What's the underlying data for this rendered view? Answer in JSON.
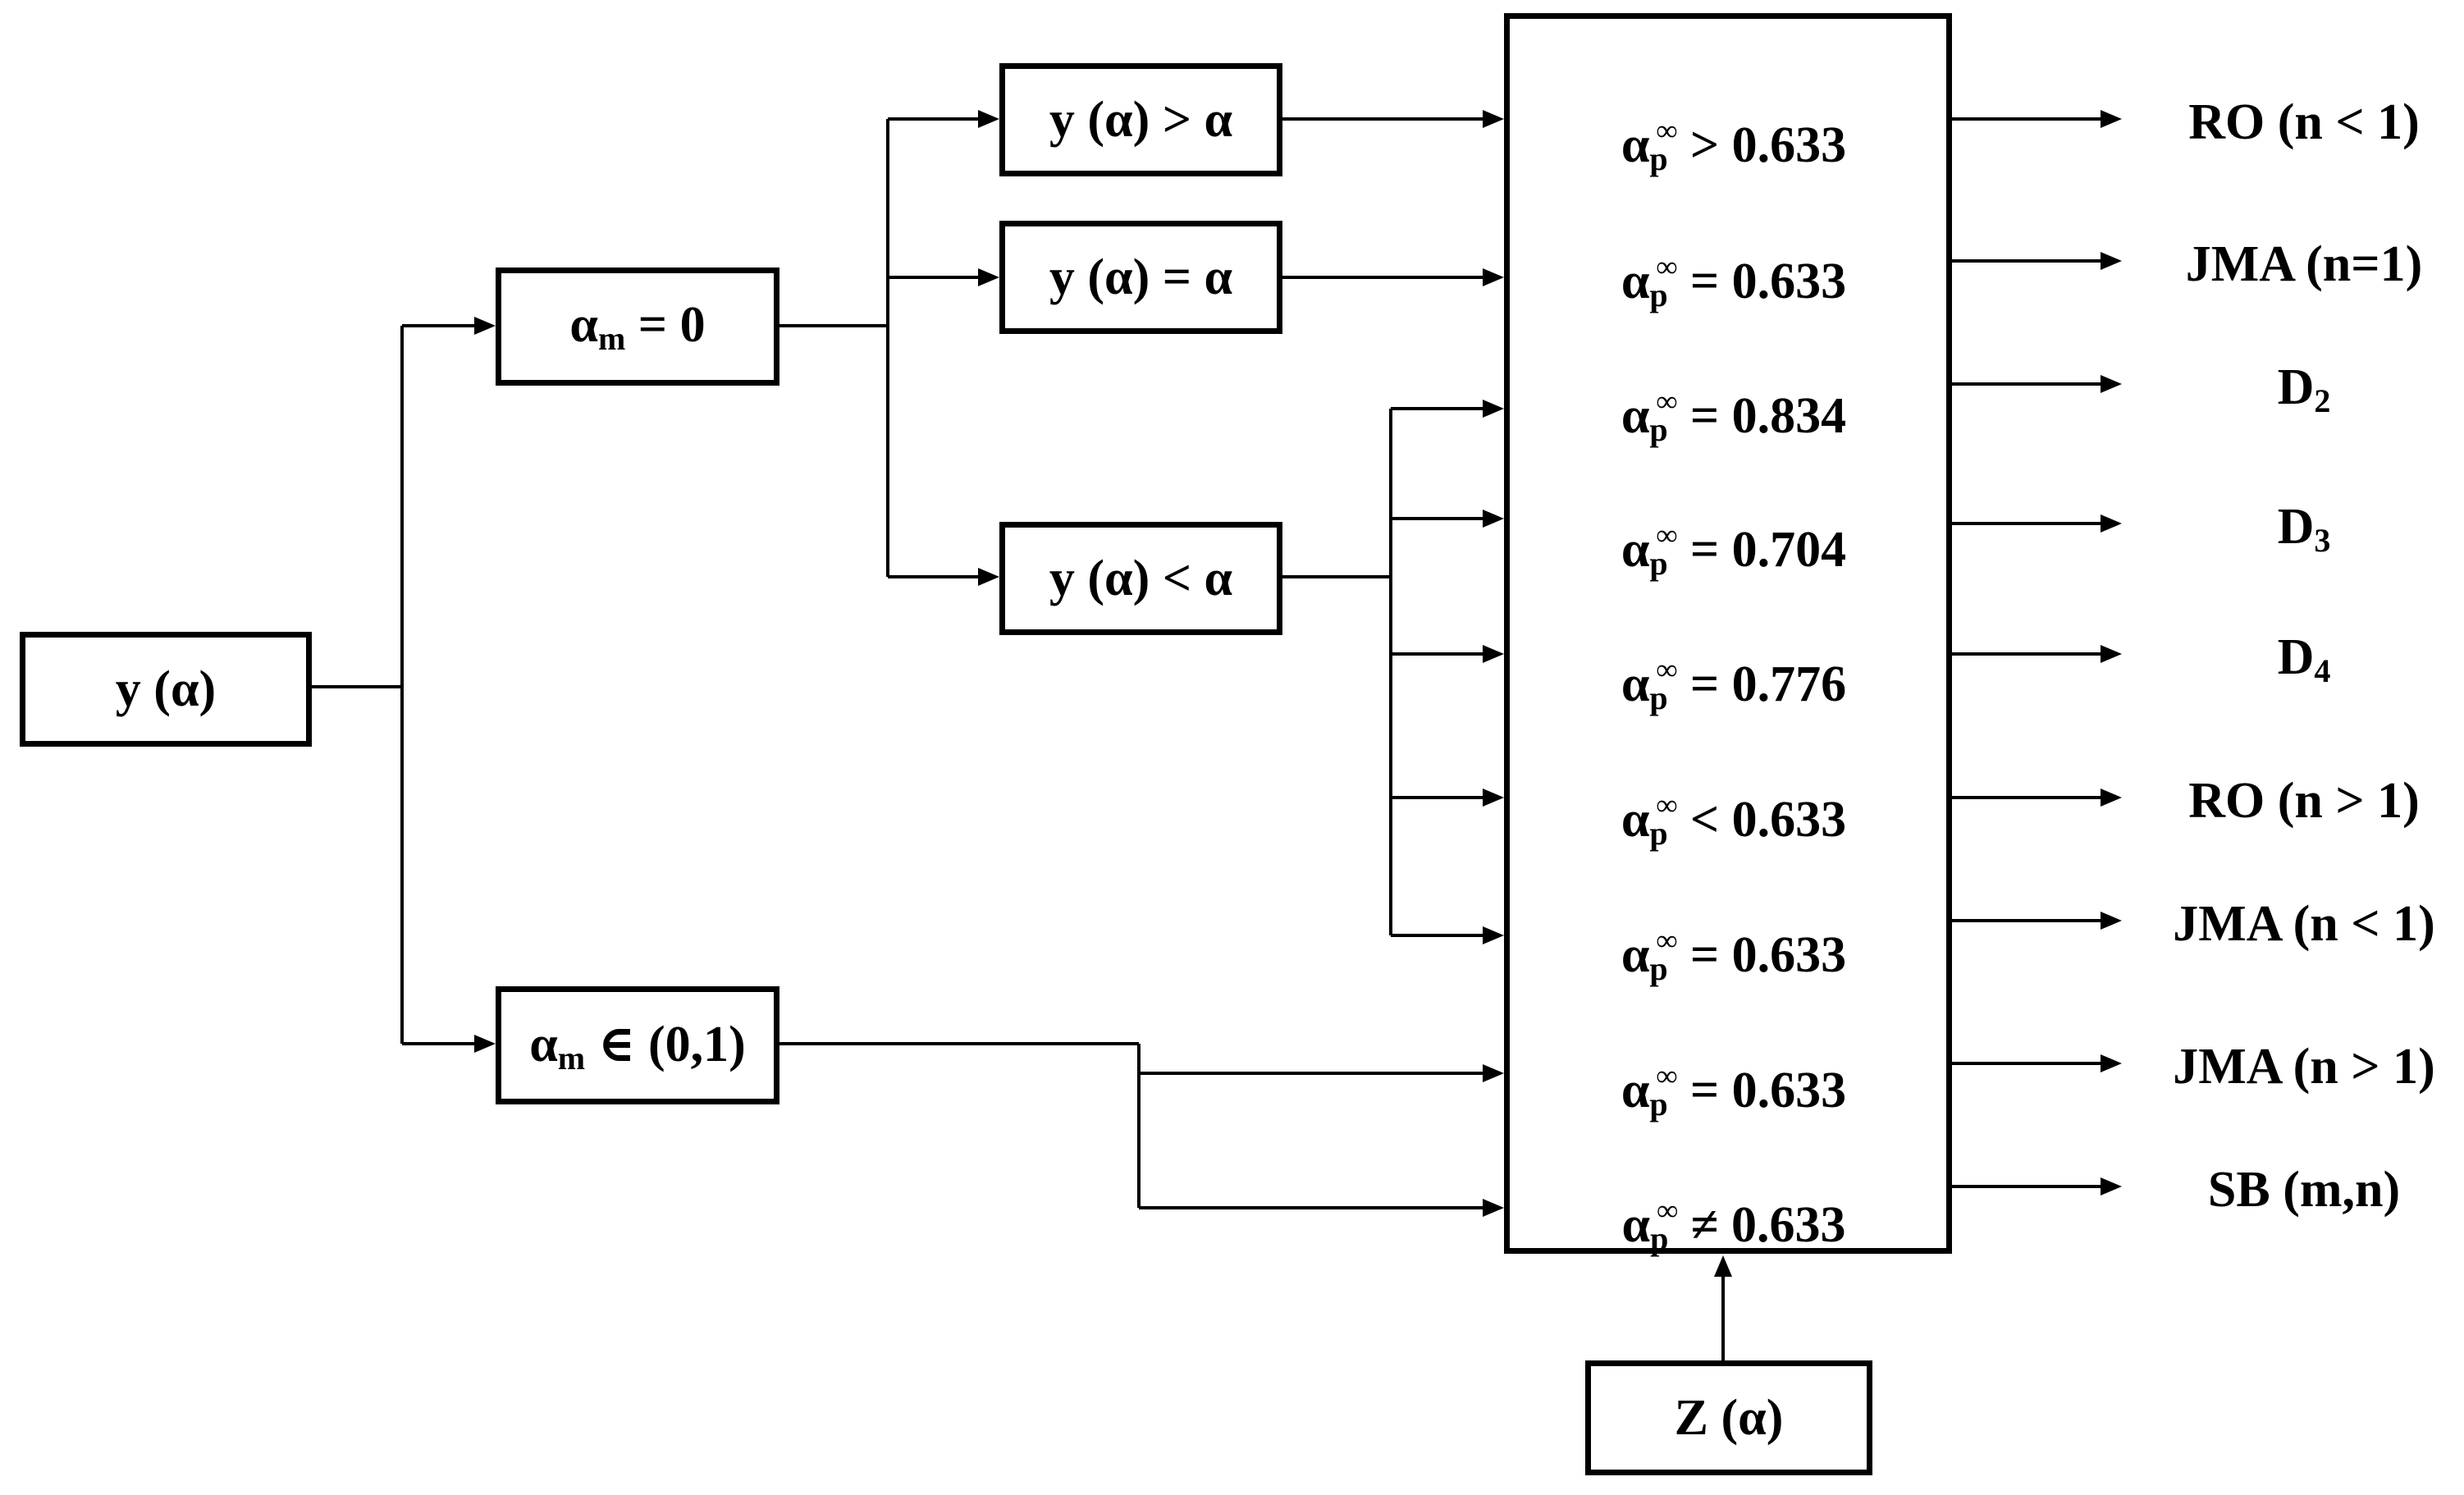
{
  "input": {
    "y": "y (α)",
    "z": "Z (α)"
  },
  "alpha_m": [
    {
      "sym": "α",
      "sub": "m",
      "rel": "= 0"
    },
    {
      "sym": "α",
      "sub": "m",
      "rel": "∈ (0,1)"
    }
  ],
  "y_conditions": [
    "y (α) > α",
    "y (α) = α",
    "y (α) < α"
  ],
  "alpha_p": {
    "sym": "α",
    "sub": "p",
    "sup": "∞",
    "rows": [
      "> 0.633",
      "= 0.633",
      "= 0.834",
      "= 0.704",
      "= 0.776",
      "< 0.633",
      "= 0.633",
      "= 0.633",
      "≠ 0.633"
    ]
  },
  "results": [
    {
      "main": "RO (n < 1)",
      "sub": ""
    },
    {
      "main": "JMA (n=1)",
      "sub": ""
    },
    {
      "main": "D",
      "sub": "2"
    },
    {
      "main": "D",
      "sub": "3"
    },
    {
      "main": "D",
      "sub": "4"
    },
    {
      "main": "RO (n > 1)",
      "sub": ""
    },
    {
      "main": "JMA (n < 1)",
      "sub": ""
    },
    {
      "main": "JMA (n > 1)",
      "sub": ""
    },
    {
      "main": "SB (m,n)",
      "sub": ""
    }
  ]
}
